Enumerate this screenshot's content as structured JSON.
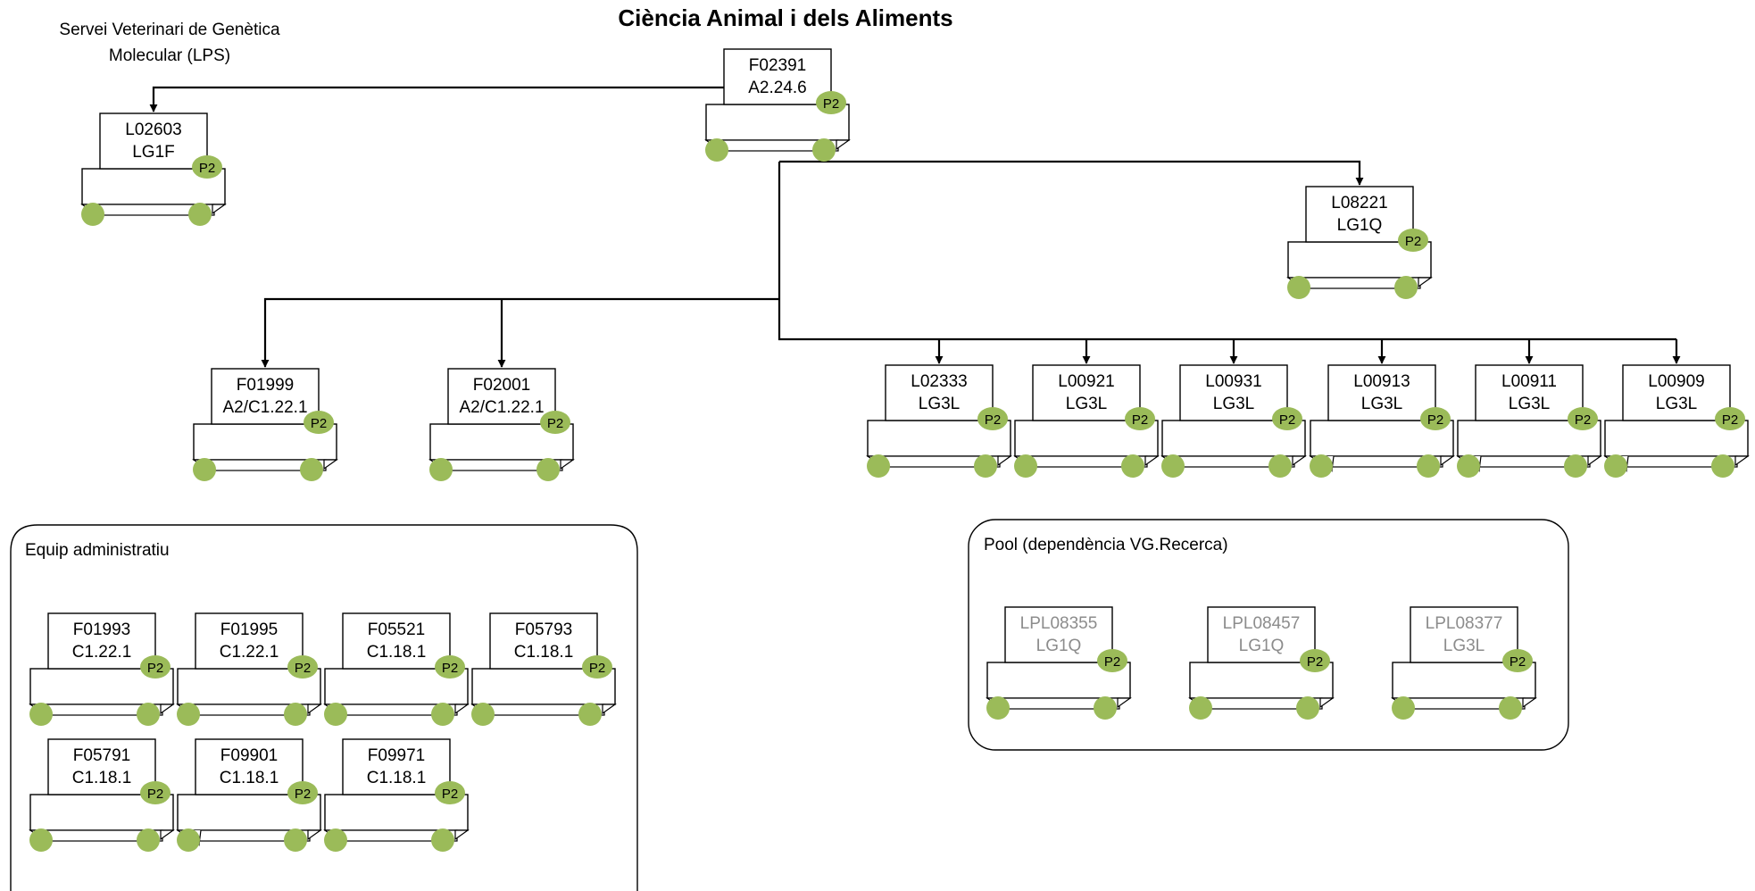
{
  "title": "Ciència Animal i dels Aliments",
  "side_title_line1": "Servei Veterinari de Genètica",
  "side_title_line2": "Molecular (LPS)",
  "colors": {
    "badge": "#9bbb59",
    "line": "#000000",
    "inactive_text": "#8c8c8c"
  },
  "badge_label": "P2",
  "admin_group": {
    "label": "Equip administratiu"
  },
  "pool_group": {
    "label": "Pool (dependència VG.Recerca)"
  },
  "nodes": [
    {
      "id": "F02391",
      "code": "F02391",
      "cat": "A2.24.6"
    },
    {
      "id": "L02603",
      "code": "L02603",
      "cat": "LG1F"
    },
    {
      "id": "L08221",
      "code": "L08221",
      "cat": "LG1Q"
    },
    {
      "id": "F01999",
      "code": "F01999",
      "cat": "A2/C1.22.1"
    },
    {
      "id": "F02001",
      "code": "F02001",
      "cat": "A2/C1.22.1"
    },
    {
      "id": "L02333",
      "code": "L02333",
      "cat": "LG3L"
    },
    {
      "id": "L00921",
      "code": "L00921",
      "cat": "LG3L"
    },
    {
      "id": "L00931",
      "code": "L00931",
      "cat": "LG3L"
    },
    {
      "id": "L00913",
      "code": "L00913",
      "cat": "LG3L"
    },
    {
      "id": "L00911",
      "code": "L00911",
      "cat": "LG3L"
    },
    {
      "id": "L00909",
      "code": "L00909",
      "cat": "LG3L"
    },
    {
      "id": "F01993",
      "code": "F01993",
      "cat": "C1.22.1"
    },
    {
      "id": "F01995",
      "code": "F01995",
      "cat": "C1.22.1"
    },
    {
      "id": "F05521",
      "code": "F05521",
      "cat": "C1.18.1"
    },
    {
      "id": "F05793",
      "code": "F05793",
      "cat": "C1.18.1"
    },
    {
      "id": "F05791",
      "code": "F05791",
      "cat": "C1.18.1"
    },
    {
      "id": "F09901",
      "code": "F09901",
      "cat": "C1.18.1"
    },
    {
      "id": "F09971",
      "code": "F09971",
      "cat": "C1.18.1"
    },
    {
      "id": "LPL08355",
      "code": "LPL08355",
      "cat": "LG1Q",
      "inactive": true
    },
    {
      "id": "LPL08457",
      "code": "LPL08457",
      "cat": "LG1Q",
      "inactive": true
    },
    {
      "id": "LPL08377",
      "code": "LPL08377",
      "cat": "LG3L",
      "inactive": true
    }
  ]
}
